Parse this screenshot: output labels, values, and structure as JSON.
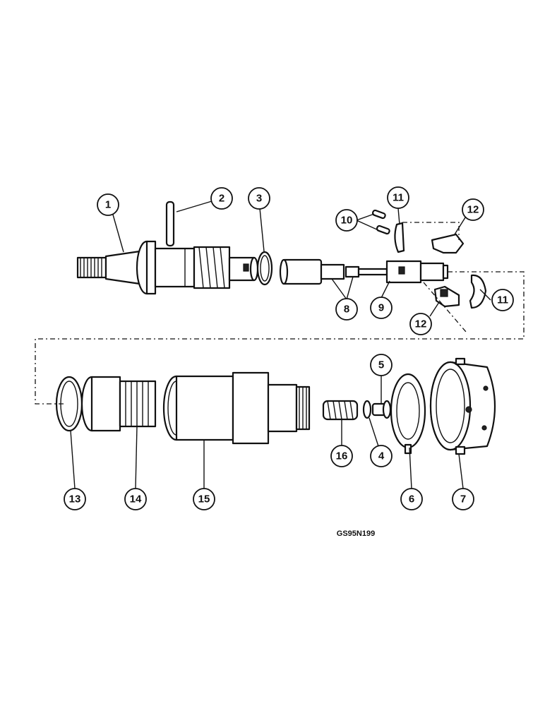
{
  "diagram": {
    "reference_code": "GS95N199",
    "callouts": [
      "1",
      "2",
      "3",
      "4",
      "5",
      "6",
      "7",
      "8",
      "9",
      "10",
      "11",
      "12",
      "13",
      "14",
      "15",
      "16"
    ]
  },
  "colors": {
    "ink": "#111111",
    "paper": "#ffffff"
  }
}
